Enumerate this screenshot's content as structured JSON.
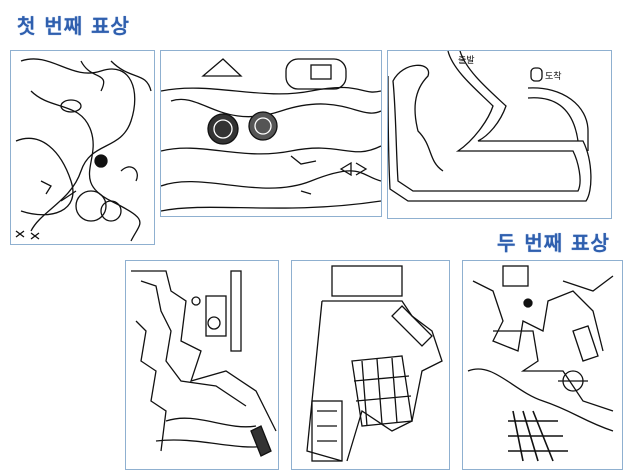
{
  "titles": {
    "first": "첫 번째 표상",
    "second": "두 번째 표상"
  },
  "drawings": {
    "start_label": "출발",
    "end_label": "도착"
  },
  "colors": {
    "title": "#2f5fae",
    "border": "#8fb0d0",
    "ink": "#111111"
  }
}
